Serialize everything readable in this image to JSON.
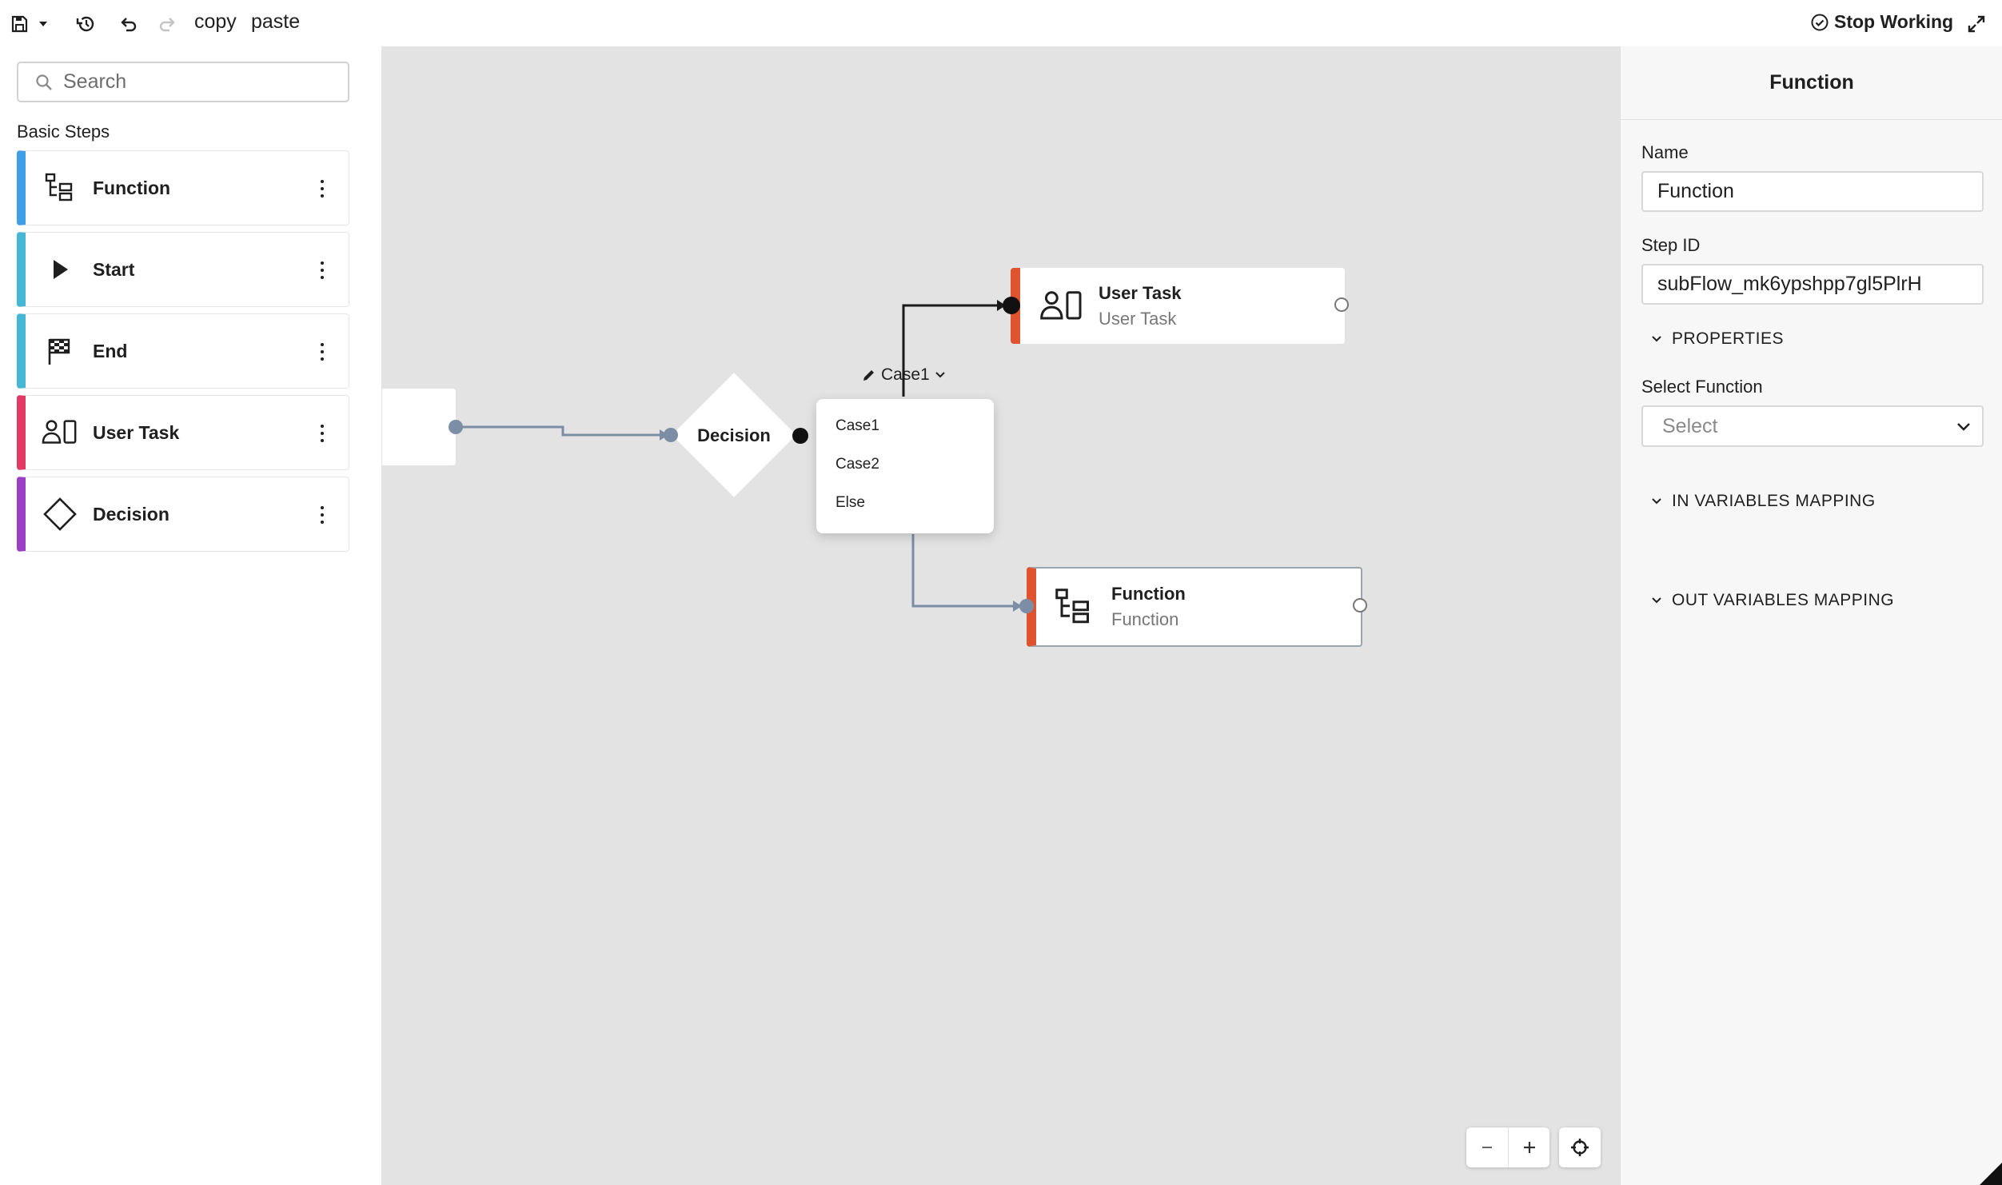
{
  "toolbar": {
    "copy_label": "copy",
    "paste_label": "paste",
    "stop_working_label": "Stop Working"
  },
  "left_panel": {
    "search_placeholder": "Search",
    "section_title": "Basic Steps",
    "steps": [
      {
        "label": "Function",
        "color": "#3d9fe8",
        "icon": "function-icon"
      },
      {
        "label": "Start",
        "color": "#46b8d6",
        "icon": "play-icon"
      },
      {
        "label": "End",
        "color": "#46b8d6",
        "icon": "flag-icon"
      },
      {
        "label": "User Task",
        "color": "#e23a64",
        "icon": "user-task-icon"
      },
      {
        "label": "Decision",
        "color": "#9b3fc7",
        "icon": "diamond-icon"
      }
    ]
  },
  "canvas": {
    "decision_node_label": "Decision",
    "case_label": "Case1",
    "case_options": [
      "Case1",
      "Case2",
      "Else"
    ],
    "user_task_node": {
      "title": "User Task",
      "subtitle": "User Task"
    },
    "function_node": {
      "title": "Function",
      "subtitle": "Function"
    },
    "node_accent_color": "#e0532f"
  },
  "right_panel": {
    "title": "Function",
    "name_label": "Name",
    "name_value": "Function",
    "step_id_label": "Step ID",
    "step_id_value": "subFlow_mk6ypshpp7gl5PlrH",
    "properties_section": "PROPERTIES",
    "select_function_label": "Select Function",
    "select_placeholder": "Select",
    "in_variables_section": "IN VARIABLES MAPPING",
    "out_variables_section": "OUT VARIABLES MAPPING"
  }
}
